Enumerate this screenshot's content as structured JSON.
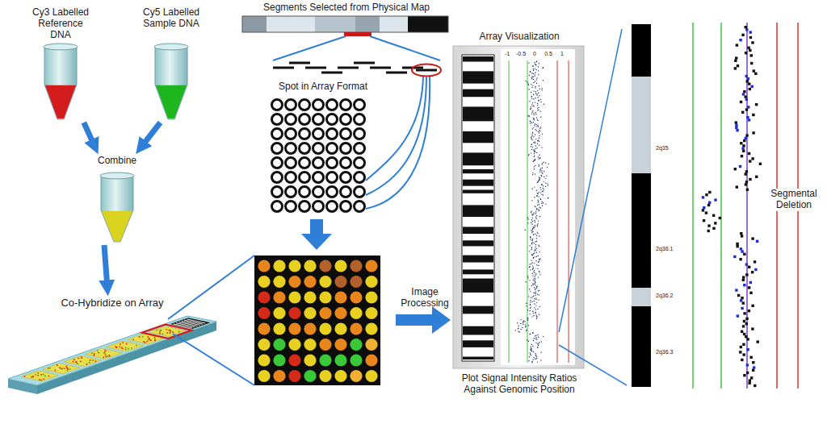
{
  "diagram": {
    "nodes": [
      {
        "text": [
          "Cy3 Labelled Reference DNA"
        ]
      },
      {
        "text": [
          "Cy5 Labelled Sample DNA"
        ]
      },
      {
        "text": [
          "Combine"
        ]
      },
      {
        "text": [
          "Co-Hybridize on Array"
        ]
      },
      {
        "text": [
          "Segments Selected from Physical Map"
        ]
      },
      {
        "text": [
          "Spot in Array Format"
        ]
      },
      {
        "text": [
          "Array Visualization",
          "Plot Signal Intensity Ratios Against Genomic Position"
        ]
      }
    ],
    "edges": [
      {
        "from": 0,
        "to": 2,
        "arrow": "to"
      },
      {
        "from": 1,
        "to": 2,
        "arrow": "to"
      },
      {
        "from": 2,
        "to": 3,
        "arrow": "to"
      }
    ],
    "labels": [
      "Image Processing",
      "-1",
      "-0.5",
      "0",
      "0.5",
      "1",
      "2q35",
      "2q36.1",
      "2q36.2",
      "2q36.3",
      "Segmental Deletion"
    ]
  }
}
